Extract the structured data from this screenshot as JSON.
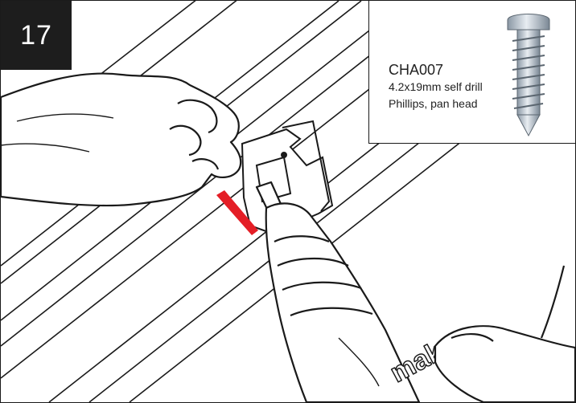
{
  "step": {
    "number": "17"
  },
  "part": {
    "code": "CHA007",
    "description": "4.2x19mm self drill",
    "head": "Phillips, pan head"
  },
  "illustration": {
    "drill_brand": "mak",
    "icons": [
      "rail-icon",
      "bracket-icon",
      "left-hand-icon",
      "drill-icon",
      "right-hand-icon",
      "screw-icon"
    ],
    "colors": {
      "highlight": "#e41e26",
      "ink": "#1a1a1a"
    }
  }
}
